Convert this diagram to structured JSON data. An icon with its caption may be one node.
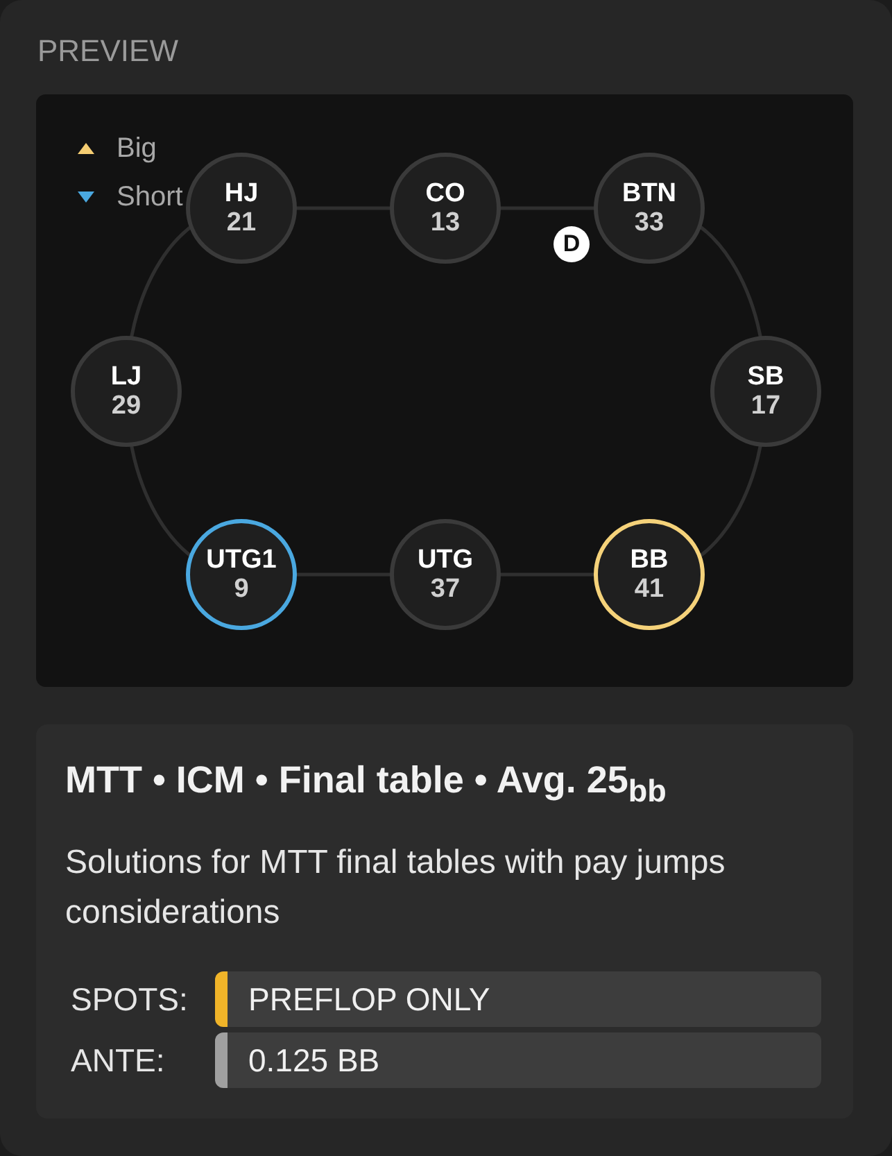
{
  "diagram": {
    "nodes": [
      {
        "text": [
          "PREVIEW"
        ]
      },
      {
        "text": [
          "HJ",
          "21"
        ],
        "in": 0
      },
      {
        "text": [
          "CO",
          "13"
        ],
        "in": 0
      },
      {
        "text": [
          "BTN",
          "33"
        ],
        "in": 0
      },
      {
        "text": [
          "D"
        ],
        "in": 0
      },
      {
        "text": [
          "LJ",
          "29"
        ],
        "in": 0
      },
      {
        "text": [
          "SB",
          "17"
        ],
        "in": 0
      },
      {
        "text": [
          "UTG1",
          "9"
        ],
        "in": 0
      },
      {
        "text": [
          "UTG",
          "37"
        ],
        "in": 0
      },
      {
        "text": [
          "BB",
          "41"
        ],
        "in": 0
      },
      {
        "text": [
          "MTT • ICM • Final table • Avg. 25$_{bb}$",
          "Solutions for MTT final tables with pay jumps considerations"
        ],
        "in": 0
      },
      {
        "text": [
          "PREFLOP ONLY"
        ],
        "in": 10,
        "beside": [
          "SPOTS:"
        ]
      },
      {
        "text": [
          "0.125 BB"
        ],
        "in": 10,
        "beside": [
          "ANTE:"
        ]
      }
    ],
    "edges": [],
    "legend": [
      {
        "text": "Big"
      },
      {
        "text": "Short"
      }
    ]
  }
}
